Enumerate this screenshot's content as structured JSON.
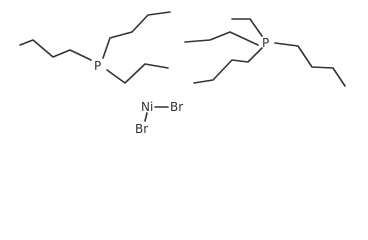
{
  "molecule": {
    "atoms": {
      "p_left": "P",
      "p_right": "P",
      "ni": "Ni",
      "br_right": "Br",
      "br_bottom": "Br"
    }
  }
}
